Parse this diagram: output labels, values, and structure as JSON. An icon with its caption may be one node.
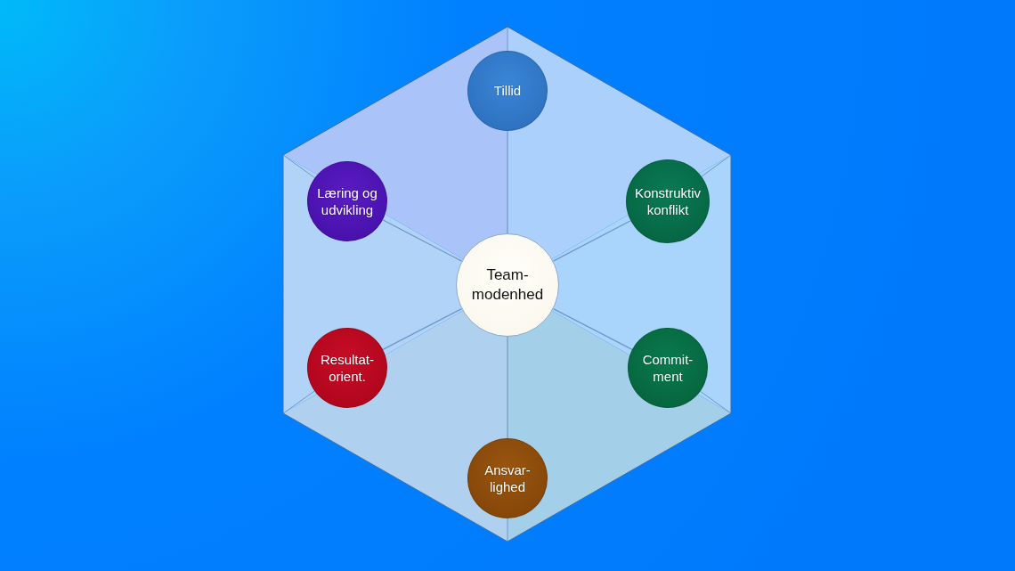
{
  "diagram": {
    "nodes": [
      {
        "text": [
          "Tillid"
        ]
      },
      {
        "text": [
          "Læring og udvikling"
        ]
      },
      {
        "text": [
          "Konstruktiv konflikt"
        ]
      },
      {
        "text": [
          "Team- modenhed"
        ]
      },
      {
        "text": [
          "Resultat- orient."
        ]
      },
      {
        "text": [
          "Commit- ment"
        ]
      },
      {
        "text": [
          "Ansvar- lighed"
        ]
      }
    ],
    "edges": [
      {
        "from": 3,
        "to": 0,
        "arrow": "none"
      },
      {
        "from": 3,
        "to": 1,
        "arrow": "none"
      },
      {
        "from": 3,
        "to": 2,
        "arrow": "none"
      },
      {
        "from": 3,
        "to": 4,
        "arrow": "none"
      },
      {
        "from": 3,
        "to": 5,
        "arrow": "none"
      },
      {
        "from": 3,
        "to": 6,
        "arrow": "none"
      }
    ]
  }
}
